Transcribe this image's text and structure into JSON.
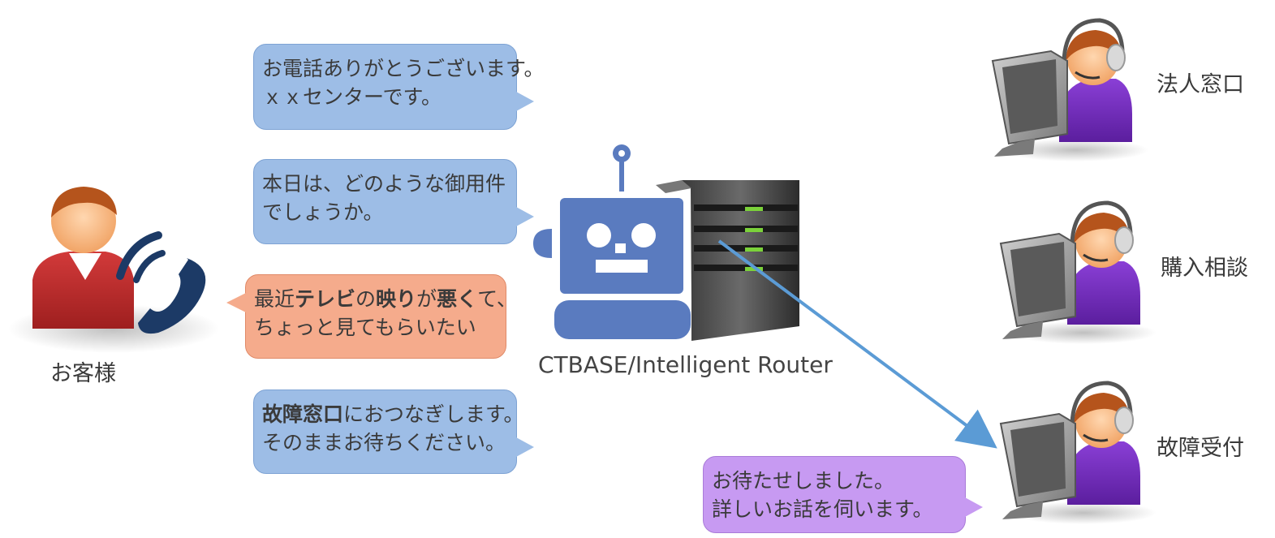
{
  "customer": {
    "label": "お客様"
  },
  "router": {
    "label": "CTBASE/Intelligent Router"
  },
  "bubbles": {
    "greeting": {
      "line1": "お電話ありがとうございます。",
      "line2": "ｘｘセンターです。"
    },
    "question": {
      "line1": "本日は、どのような御用件",
      "line2": "でしょうか。"
    },
    "customer_reply": {
      "line1": [
        {
          "t": "最近",
          "bold": false
        },
        {
          "t": "テレビ",
          "bold": true
        },
        {
          "t": "の",
          "bold": false
        },
        {
          "t": "映り",
          "bold": true
        },
        {
          "t": "が",
          "bold": false
        },
        {
          "t": "悪く",
          "bold": true
        },
        {
          "t": "て、",
          "bold": false
        }
      ],
      "line2": "ちょっと見てもらいたい"
    },
    "transfer": {
      "bold_part": "故障窓口",
      "rest_part": "におつなぎします。",
      "line2": "そのままお待ちください。"
    },
    "agent_reply": {
      "line1": "お待たせしました。",
      "line2": "詳しいお話を伺います。"
    }
  },
  "agents": [
    {
      "label": "法人窓口"
    },
    {
      "label": "購入相談"
    },
    {
      "label": "故障受付"
    }
  ],
  "colors": {
    "bubble_blue": "#9dbde6",
    "bubble_salmon": "#f5ab8c",
    "bubble_purple": "#c79af2",
    "robot_blue": "#5a7bbf",
    "arrow": "#5b9bd5"
  }
}
